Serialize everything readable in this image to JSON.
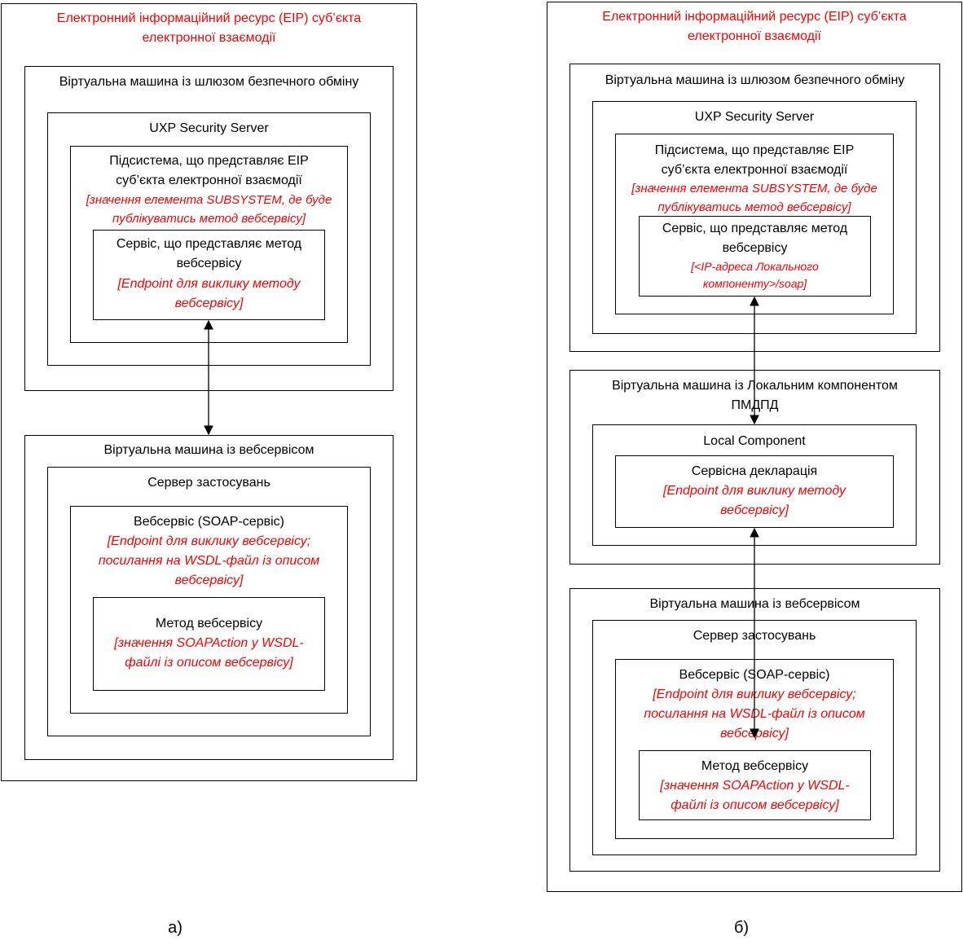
{
  "colors": {
    "accent": "#ff0000",
    "line": "#000000"
  },
  "left": {
    "resource_title": "Електронний інформаційний ресурс (ЕІР) суб’єкта\nелектронної взаємодії",
    "vm_gateway": "Віртуальна машина із шлюзом безпечного обміну",
    "uxp": "UXP Security Server",
    "subsystem": "Підсистема, що представляє ЕІР\nсуб’єкта електронної взаємодії",
    "subsystem_note": "[значення елемента SUBSYSTEM, де буде\nпублікуватись метод вебсервісу]",
    "service": "Сервіс, що представляє метод\nвебсервісу",
    "service_note": "[Endpoint для виклику методу\nвебсервісу]",
    "vm_ws": "Віртуальна машина із вебсервісом",
    "app_server": "Сервер застосувань",
    "ws": "Вебсервіс (SOAP-сервіс)",
    "ws_note": "[Endpoint для виклику вебсервісу;\nпосилання на WSDL-файл із описом\nвебсервісу]",
    "method": "Метод вебсервісу",
    "method_note": "[значення SOAPAction у WSDL-\nфайлі із описом вебсервісу]",
    "caption": "а)"
  },
  "right": {
    "resource_title": "Електронний інформаційний ресурс (ЕІР) суб’єкта\nелектронної взаємодії",
    "vm_gateway": "Віртуальна машина із шлюзом безпечного обміну",
    "uxp": "UXP Security Server",
    "subsystem": "Підсистема, що представляє ЕІР\nсуб’єкта електронної взаємодії",
    "subsystem_note": "[значення елемента SUBSYSTEM, де буде\nпублікуватись метод вебсервісу]",
    "service": "Сервіс, що представляє метод\nвебсервісу",
    "service_note": "[<IP-адреса Локального\nкомпоненту>/soap]",
    "vm_local": "Віртуальна машина із Локальним компонентом\nПМДПД",
    "local_component": "Local Component",
    "declaration": "Сервісна декларація",
    "declaration_note": "[Endpoint для виклику методу\nвебсервісу]",
    "vm_ws": "Віртуальна машина із вебсервісом",
    "app_server": "Сервер застосувань",
    "ws": "Вебсервіс (SOAP-сервіс)",
    "ws_note": "[Endpoint для виклику вебсервісу;\nпосилання на WSDL-файл із описом\nвебсервісу]",
    "method": "Метод вебсервісу",
    "method_note": "[значення SOAPAction у WSDL-\nфайлі із описом вебсервісу]",
    "caption": "б)"
  }
}
